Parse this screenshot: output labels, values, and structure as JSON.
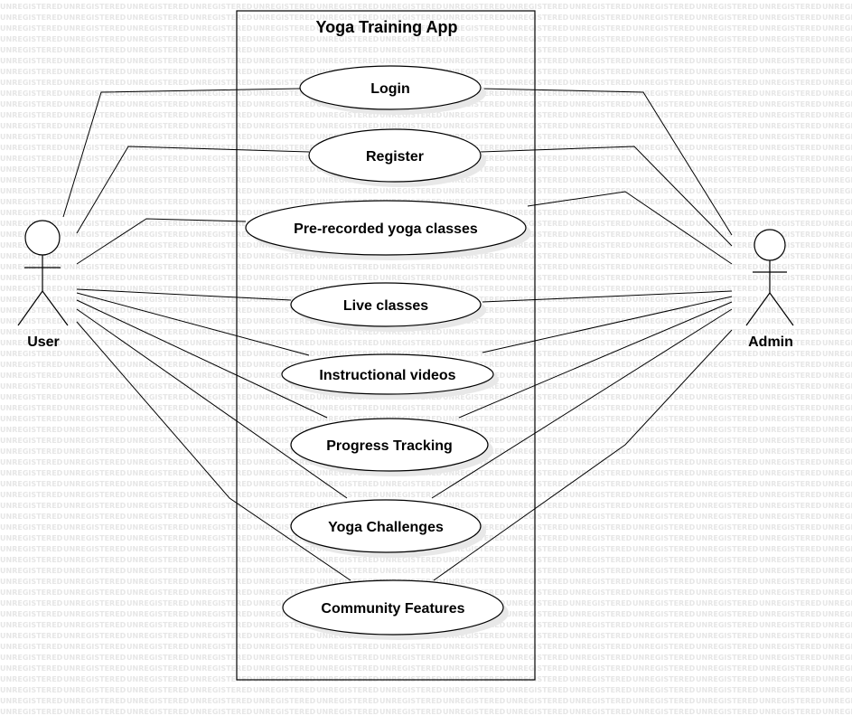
{
  "watermark_text": "UNREGISTERED",
  "system": {
    "title": "Yoga Training App"
  },
  "actors": {
    "user": {
      "label": "User"
    },
    "admin": {
      "label": "Admin"
    }
  },
  "use_cases": {
    "login": "Login",
    "register": "Register",
    "prerecorded": "Pre-recorded yoga classes",
    "live": "Live classes",
    "videos": "Instructional videos",
    "progress": "Progress Tracking",
    "challenges": "Yoga Challenges",
    "community": "Community Features"
  },
  "colors": {
    "line": "#000000",
    "watermark": "#e6e6e6",
    "shadow": "#e8e8e8"
  }
}
